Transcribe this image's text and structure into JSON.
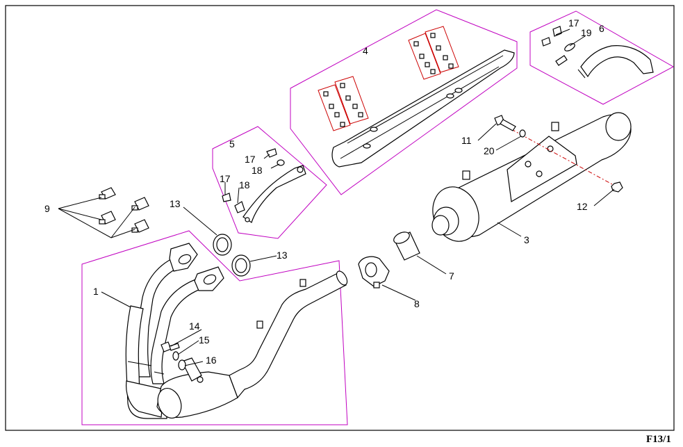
{
  "sheet_code": "F13/1",
  "colors": {
    "group_outline": "#c000c0",
    "kit_box": "#cc0000",
    "line": "#000000"
  },
  "callouts": {
    "c1": "1",
    "c3": "3",
    "c4": "4",
    "c5": "5",
    "c6": "6",
    "c7": "7",
    "c8": "8",
    "c9": "9",
    "c11": "11",
    "c12": "12",
    "c13a": "13",
    "c13b": "13",
    "c14": "14",
    "c15": "15",
    "c16": "16",
    "c17a": "17",
    "c17b": "17",
    "c17c": "17",
    "c18a": "18",
    "c18b": "18",
    "c19": "19",
    "c20": "20"
  }
}
